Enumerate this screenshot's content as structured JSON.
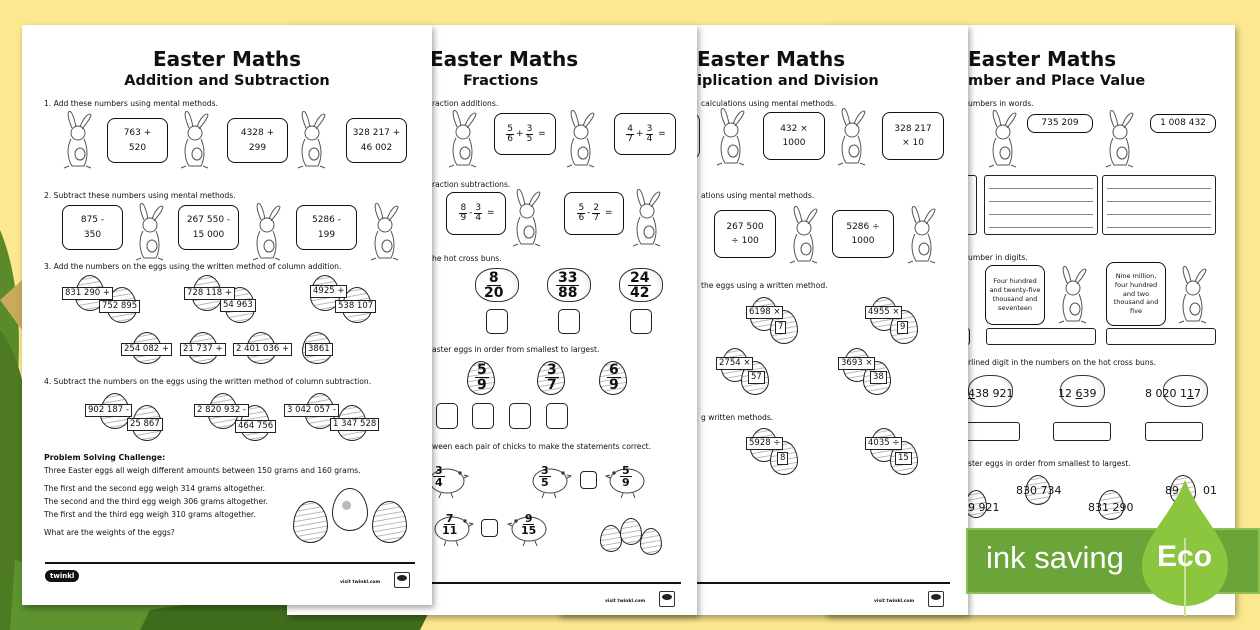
{
  "colors": {
    "background": "#fce88e",
    "eco_banner": "#6ba539",
    "eco_leaf": "#8cc63f"
  },
  "badge": {
    "label": "ink saving",
    "eco": "Eco",
    "icon": "leaf-drop-icon"
  },
  "sheets": [
    {
      "title": "Easter Maths",
      "subtitle": "Addition and Subtraction",
      "q1": "1.   Add these numbers using mental methods.",
      "q1_bubbles": [
        [
          "763 +",
          "520"
        ],
        [
          "4328 +",
          "299"
        ],
        [
          "328 217 +",
          "46 002"
        ]
      ],
      "q2": "2.   Subtract these numbers using mental methods.",
      "q2_bubbles": [
        [
          "875 -",
          "350"
        ],
        [
          "267 550 -",
          "15 000"
        ],
        [
          "5286 -",
          "199"
        ]
      ],
      "q3": "3.   Add the numbers on the eggs using the written method of column addition.",
      "q3_pairs": [
        [
          "831 290 +",
          "752 895"
        ],
        [
          "728 118 +",
          "54 963"
        ],
        [
          "4925 +",
          "538 107"
        ]
      ],
      "q3_row": [
        "254 082 +",
        "21 737 +",
        "2 401 036 +",
        "3861"
      ],
      "q4": "4.   Subtract the numbers on the eggs using the written method of column subtraction.",
      "q4_pairs": [
        [
          "902 187 -",
          "25 867"
        ],
        [
          "2 820 932 -",
          "464 756"
        ],
        [
          "3 042 057 -",
          "1 347 528"
        ]
      ],
      "challenge": {
        "heading": "Problem Solving Challenge:",
        "intro": "Three Easter eggs all weigh different amounts between 150 grams and 160 grams.",
        "lines": [
          "The first and the second egg weigh 314 grams altogether.",
          "The second and the third egg weigh 306 grams altogether.",
          "The first and the third egg weigh 310 grams altogether."
        ],
        "question": "What are the weights of the eggs?"
      },
      "logo": "twinkl",
      "visit": "visit twinkl.com"
    },
    {
      "title": "Easter Maths",
      "subtitle": "Fractions",
      "q1": "raction additions.",
      "q1_bubbles": [
        {
          "a": [
            "5",
            "6"
          ],
          "op": "+",
          "b": [
            "3",
            "5"
          ]
        },
        {
          "a": [
            "4",
            "7"
          ],
          "op": "+",
          "b": [
            "3",
            "4"
          ]
        }
      ],
      "q2": "raction subtractions.",
      "q2_bubbles": [
        {
          "a": [
            "8",
            "9"
          ],
          "op": "-",
          "b": [
            "3",
            "4"
          ]
        },
        {
          "a": [
            "5",
            "6"
          ],
          "op": "-",
          "b": [
            "2",
            "7"
          ]
        }
      ],
      "q3": "he hot cross buns.",
      "buns": [
        [
          "8",
          "20"
        ],
        [
          "33",
          "88"
        ],
        [
          "24",
          "42"
        ]
      ],
      "q4": "aster eggs in order from smallest to largest.",
      "eggs": [
        [
          "5",
          "9"
        ],
        [
          "3",
          "7"
        ],
        [
          "6",
          "9"
        ]
      ],
      "q5": "ween each pair of chicks to make the statements correct.",
      "chicks": [
        [
          "3",
          "4"
        ],
        [
          "3",
          "5"
        ],
        [
          "5",
          "9"
        ],
        [
          "7",
          "11"
        ],
        [
          "9",
          "15"
        ]
      ],
      "visit": "visit twinkl.com"
    },
    {
      "title": "Easter Maths",
      "subtitle": "iplication and Division",
      "q1": "calculations using mental methods.",
      "q1_bubbles": [
        [
          "432 ×",
          "1000"
        ],
        [
          "328 217",
          "× 10"
        ]
      ],
      "q2": "ations using mental methods.",
      "q2_bubbles": [
        [
          "267 500",
          "÷ 100"
        ],
        [
          "5286 ÷",
          "1000"
        ]
      ],
      "q3": "the eggs using a written method.",
      "q3_pairs": [
        [
          "6198 ×",
          "7"
        ],
        [
          "4955 ×",
          "9"
        ],
        [
          "2754 ×",
          "57"
        ],
        [
          "3693 ×",
          "38"
        ]
      ],
      "q4": "g written methods.",
      "q4_pairs": [
        [
          "5928 ÷",
          "8"
        ],
        [
          "4035 ÷",
          "15"
        ]
      ],
      "visit": "visit twinkl.com"
    },
    {
      "title": "Easter Maths",
      "subtitle": "mber and Place Value",
      "q1": "umbers in words.",
      "q1_bubbles": [
        "735 209",
        "1 008 432"
      ],
      "q2": "umber in digits.",
      "q2_bubbles": [
        "Four hundred and twenty-five thousand and seventeen",
        "Nine million, four hundred and two thousand and five"
      ],
      "q3": "rlined digit in the numbers on the hot cross buns.",
      "buns": [
        {
          "pre": "",
          "u": "4",
          "post": "38 921"
        },
        {
          "pre": "12 ",
          "u": "6",
          "post": "39"
        },
        {
          "pre": "8 020 1",
          "u": "1",
          "post": "7"
        }
      ],
      "q4": "ster eggs in order from smallest to largest.",
      "eggs": [
        "830 734",
        "9 921",
        "831 290",
        "89",
        "01"
      ]
    }
  ]
}
